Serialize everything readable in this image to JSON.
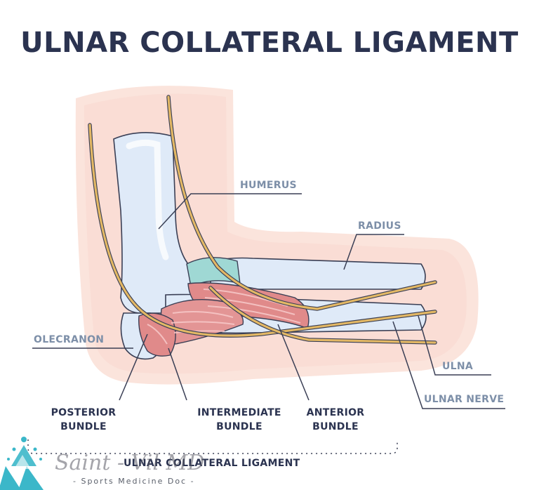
{
  "title": "ULNAR COLLATERAL LIGAMENT",
  "labels": {
    "humerus": "HUMERUS",
    "radius": "RADIUS",
    "olecranon": "OLECRANON",
    "ulna": "ULNA",
    "ulnar_nerve": "ULNAR NERVE",
    "posterior_1": "POSTERIOR",
    "posterior_2": "BUNDLE",
    "intermediate_1": "INTERMEDIATE",
    "intermediate_2": "BUNDLE",
    "anterior_1": "ANTERIOR",
    "anterior_2": "BUNDLE",
    "bracket": "ULNAR COLLATERAL LIGAMENT"
  },
  "watermark": {
    "name": "Saint - Vil MD",
    "subtitle": "- Sports Medicine Doc -"
  },
  "colors": {
    "title": "#2b3350",
    "skin": "#fbe4dc",
    "bone": "#dfeaf8",
    "ligament": "#e08a8a",
    "nerve": "#e3b865",
    "cartilage": "#9fd8d4",
    "label_blue": "#7d8fa8",
    "logo": "#3bb7c9"
  }
}
